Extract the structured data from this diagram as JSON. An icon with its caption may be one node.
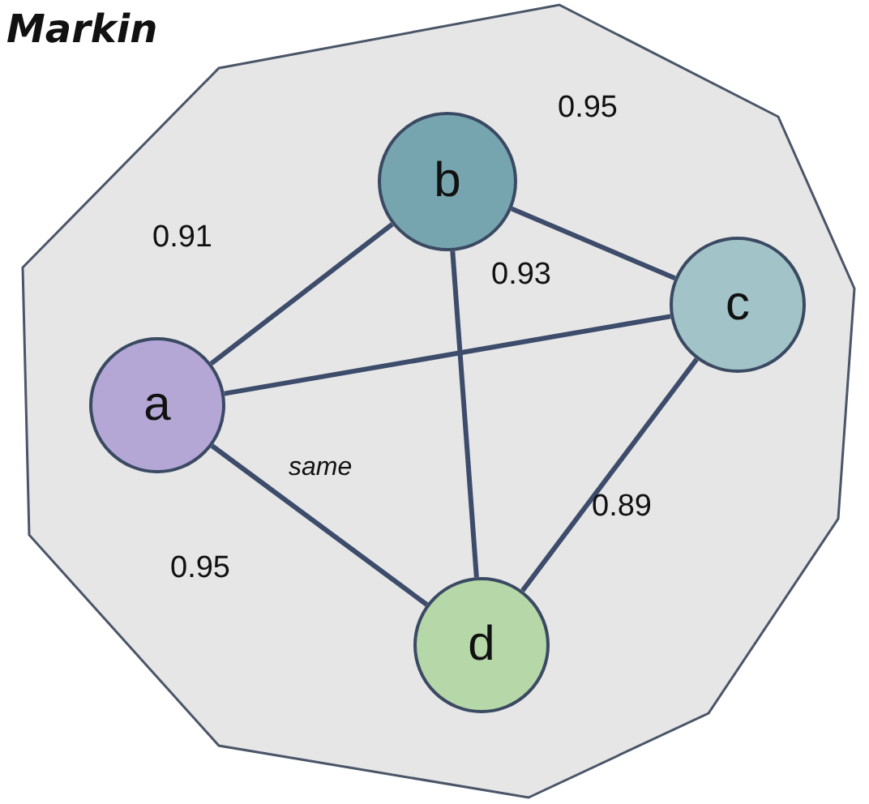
{
  "diagram": {
    "title": "Markin",
    "nodes": [
      {
        "text": [],
        "shape": "polygon"
      },
      {
        "text": [
          "b"
        ],
        "in": 0
      },
      {
        "text": [
          "c"
        ],
        "in": 0
      },
      {
        "text": [
          "a"
        ],
        "in": 0
      },
      {
        "text": [
          "d"
        ],
        "in": 0
      }
    ],
    "edges": [
      {
        "from": 3,
        "to": 1,
        "arrow": "none"
      },
      {
        "from": 1,
        "to": 2,
        "arrow": "none"
      },
      {
        "from": 3,
        "to": 2,
        "arrow": "none"
      },
      {
        "from": 1,
        "to": 4,
        "arrow": "none"
      },
      {
        "from": 3,
        "to": 4,
        "arrow": "none"
      },
      {
        "from": 2,
        "to": 4,
        "arrow": "none"
      }
    ],
    "labels": [
      "0.95",
      "0.91",
      "0.93",
      "same",
      "0.89",
      "0.95"
    ]
  }
}
